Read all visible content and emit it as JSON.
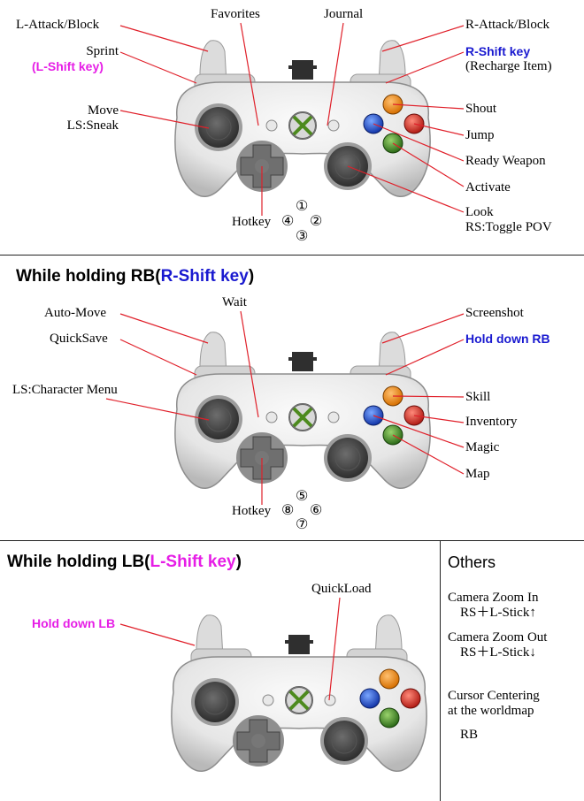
{
  "section1": {
    "labels": {
      "l_attack": "L-Attack/Block",
      "favorites": "Favorites",
      "journal": "Journal",
      "r_attack": "R-Attack/Block",
      "sprint": "Sprint",
      "sprint_key": "(L-Shift key)",
      "r_shift": "R-Shift key",
      "recharge": "(Recharge Item)",
      "move": "Move",
      "sneak": "LS:Sneak",
      "shout": "Shout",
      "jump": "Jump",
      "ready_weapon": "Ready Weapon",
      "activate": "Activate",
      "look": "Look",
      "toggle_pov": "RS:Toggle POV",
      "hotkey": "Hotkey",
      "n1": "①",
      "n2": "②",
      "n3": "③",
      "n4": "④"
    }
  },
  "section2": {
    "title_pre": "While holding RB(",
    "title_key": "R-Shift key",
    "title_post": ")",
    "labels": {
      "auto_move": "Auto-Move",
      "wait": "Wait",
      "screenshot": "Screenshot",
      "quicksave": "QuickSave",
      "hold_rb": "Hold down RB",
      "char_menu": "LS:Character Menu",
      "skill": "Skill",
      "inventory": "Inventory",
      "magic": "Magic",
      "map": "Map",
      "hotkey": "Hotkey",
      "n5": "⑤",
      "n6": "⑥",
      "n7": "⑦",
      "n8": "⑧"
    }
  },
  "section3": {
    "title_pre": "While holding LB(",
    "title_key": "L-Shift key",
    "title_post": ")",
    "labels": {
      "quickload": "QuickLoad",
      "hold_lb": "Hold down LB"
    }
  },
  "others": {
    "title": "Others",
    "zoom_in": "Camera Zoom In",
    "zoom_in_keys": "RS＋L-Stick↑",
    "zoom_out": "Camera Zoom Out",
    "zoom_out_keys": "RS＋L-Stick↓",
    "cursor1": "Cursor Centering",
    "cursor2": "at the worldmap",
    "cursor_keys": "RB"
  },
  "colors": {
    "magenta": "#e61ee6",
    "blue": "#1a1ad0",
    "line": "#e0202a",
    "btn_y": "#e88a10",
    "btn_b": "#d8322a",
    "btn_x": "#1f4fd0",
    "btn_a": "#3c8a24"
  }
}
